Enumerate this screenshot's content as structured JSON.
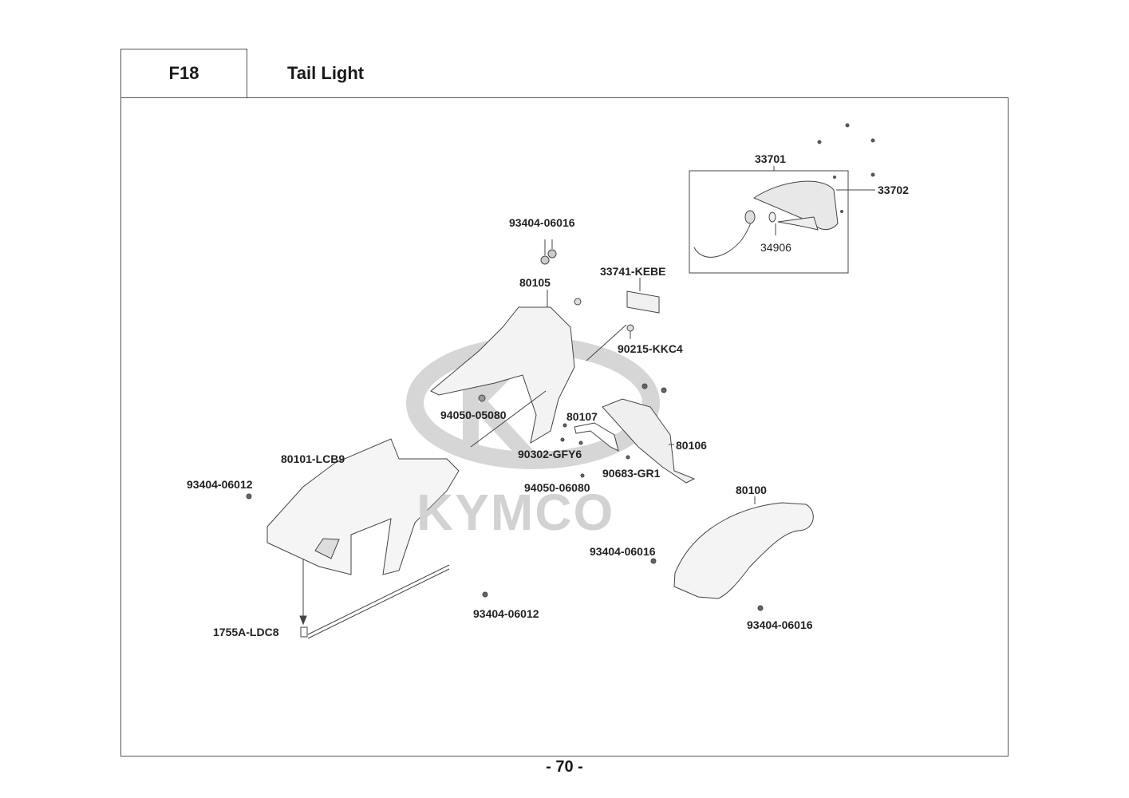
{
  "header": {
    "section_code": "F18",
    "section_title": "Tail Light"
  },
  "watermark": {
    "brand": "KYMCO"
  },
  "parts": [
    {
      "id": "p33701",
      "number": "33701"
    },
    {
      "id": "p33702",
      "number": "33702"
    },
    {
      "id": "p34906",
      "number": "34906"
    },
    {
      "id": "p93404_06016_top",
      "number": "93404-06016"
    },
    {
      "id": "p80105",
      "number": "80105"
    },
    {
      "id": "p33741",
      "number": "33741-KEBE"
    },
    {
      "id": "p90215",
      "number": "90215-KKC4"
    },
    {
      "id": "p94050_05080",
      "number": "94050-05080"
    },
    {
      "id": "p80107",
      "number": "80107"
    },
    {
      "id": "p80106",
      "number": "80106"
    },
    {
      "id": "p90302",
      "number": "90302-GFY6"
    },
    {
      "id": "p90683",
      "number": "90683-GR1"
    },
    {
      "id": "p94050_06080",
      "number": "94050-06080"
    },
    {
      "id": "p80101",
      "number": "80101-LCB9"
    },
    {
      "id": "p93404_06012_left",
      "number": "93404-06012"
    },
    {
      "id": "p80100",
      "number": "80100"
    },
    {
      "id": "p93404_06016_mid",
      "number": "93404-06016"
    },
    {
      "id": "p93404_06012_bottom",
      "number": "93404-06012"
    },
    {
      "id": "p93404_06016_bottom",
      "number": "93404-06016"
    },
    {
      "id": "p1755A",
      "number": "1755A-LDC8"
    }
  ],
  "footer": {
    "page_number": "- 70 -"
  }
}
